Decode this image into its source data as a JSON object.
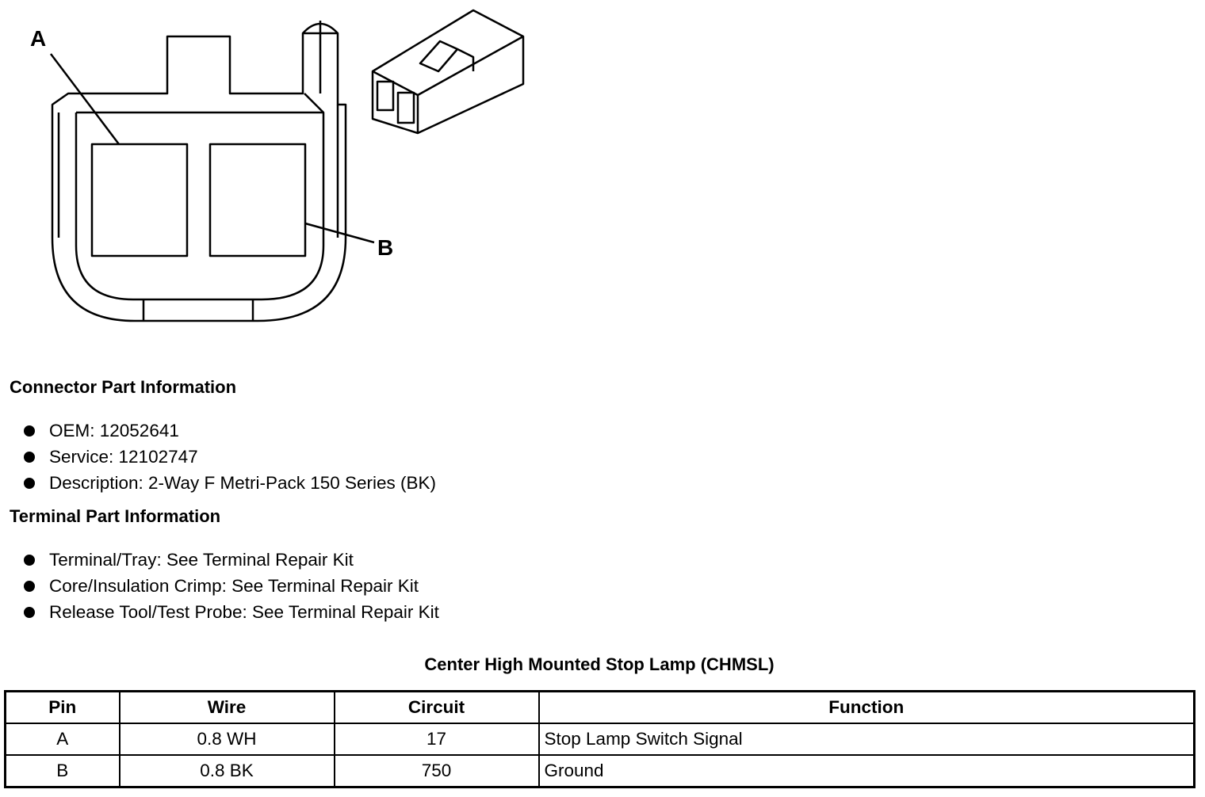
{
  "diagram": {
    "label_a": "A",
    "label_b": "B"
  },
  "connector_info": {
    "heading": "Connector Part Information",
    "items": [
      "OEM: 12052641",
      "Service: 12102747",
      "Description: 2-Way F Metri-Pack 150 Series (BK)"
    ]
  },
  "terminal_info": {
    "heading": "Terminal Part Information",
    "items": [
      "Terminal/Tray: See Terminal Repair Kit",
      "Core/Insulation Crimp: See Terminal Repair Kit",
      "Release Tool/Test Probe: See Terminal Repair Kit"
    ]
  },
  "pin_table": {
    "title": "Center High Mounted Stop Lamp (CHMSL)",
    "headers": [
      "Pin",
      "Wire",
      "Circuit",
      "Function"
    ],
    "rows": [
      [
        "A",
        "0.8 WH",
        "17",
        "Stop Lamp Switch Signal"
      ],
      [
        "B",
        "0.8 BK",
        "750",
        "Ground"
      ]
    ]
  }
}
